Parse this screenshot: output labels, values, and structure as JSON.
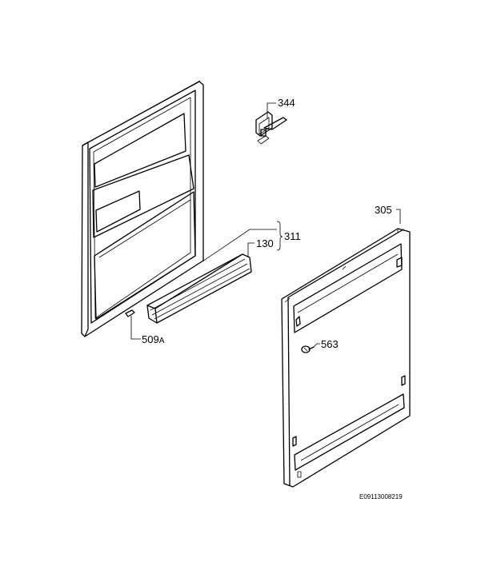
{
  "callouts": {
    "c344": "344",
    "c305": "305",
    "c311": "311",
    "c130": "130",
    "c563": "563",
    "c509": "509",
    "c509_suffix": "A"
  },
  "footer": {
    "code": "E09113008219"
  },
  "colors": {
    "ink": "#000000",
    "fill": "#ffffff",
    "shade": "#e6e6e6"
  }
}
